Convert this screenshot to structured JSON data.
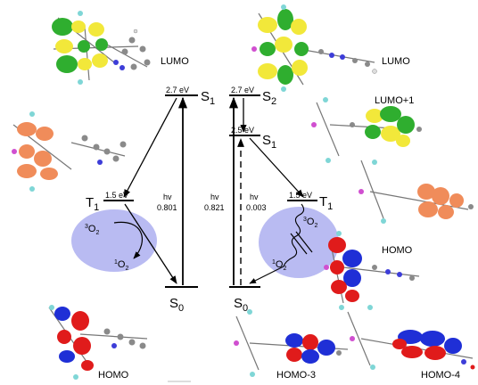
{
  "diagram": {
    "left_panel": {
      "states": {
        "S1": {
          "name": "S",
          "sub": "1",
          "energy": "2.7 eV"
        },
        "T1": {
          "name": "T",
          "sub": "1",
          "energy": "1.5 eV"
        },
        "S0": {
          "name": "S",
          "sub": "0"
        }
      },
      "excitation": {
        "label": "hv",
        "value": "0.801"
      },
      "oxygen_triplet": {
        "pre": "3",
        "mol": "O",
        "sub": "2"
      },
      "oxygen_singlet": {
        "pre": "1",
        "mol": "O",
        "sub": "2"
      },
      "orbital_labels": {
        "lumo": "LUMO",
        "homo": "HOMO"
      }
    },
    "right_panel": {
      "states": {
        "S2": {
          "name": "S",
          "sub": "2",
          "energy": "2.7 eV"
        },
        "S1": {
          "name": "S",
          "sub": "1",
          "energy": "2.5 eV"
        },
        "T1": {
          "name": "T",
          "sub": "1",
          "energy": "1.5 eV"
        },
        "S0": {
          "name": "S",
          "sub": "0"
        }
      },
      "excitation_1": {
        "label": "hv",
        "value": "0.821"
      },
      "excitation_2": {
        "label": "hv",
        "value": "0.003"
      },
      "oxygen_triplet": {
        "pre": "3",
        "mol": "O",
        "sub": "2"
      },
      "oxygen_singlet": {
        "pre": "1",
        "mol": "O",
        "sub": "2"
      },
      "orbital_labels": {
        "lumo": "LUMO",
        "lumo1": "LUMO+1",
        "homo": "HOMO",
        "homo3": "HOMO-3",
        "homo4": "HOMO-4"
      }
    },
    "colors": {
      "lobe_yellow": "#f2e83a",
      "lobe_green": "#2fae2f",
      "lobe_orange": "#f08c5a",
      "lobe_red": "#e01b1b",
      "lobe_blue": "#1f2fd6",
      "ellipse": "#b9bbf2",
      "atom_gray": "#8a8a8a",
      "atom_cyan": "#7fd6d6",
      "atom_pink": "#d04fd0",
      "atom_blue": "#3d3dd8"
    }
  }
}
